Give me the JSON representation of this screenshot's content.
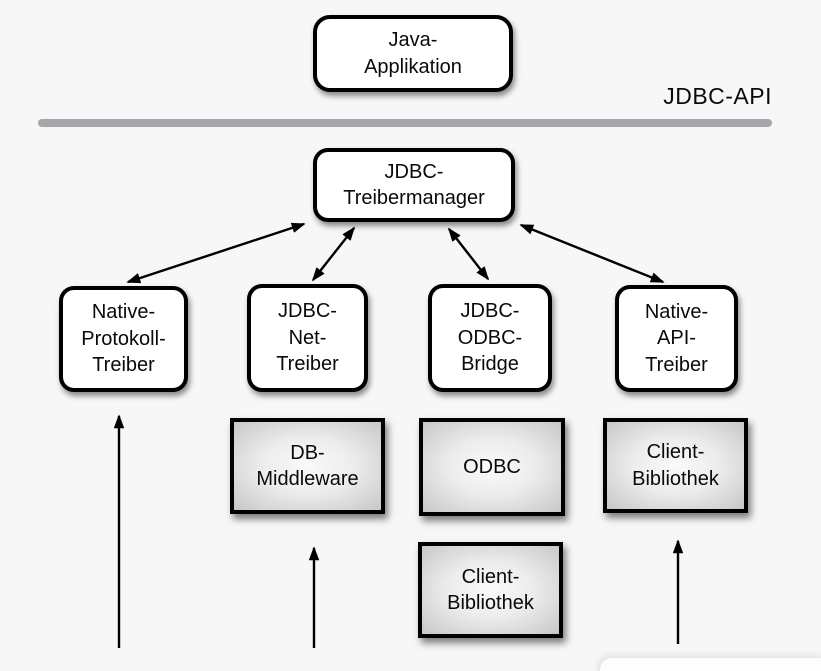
{
  "diagram": {
    "api_divider_label": "JDBC-API",
    "nodes": {
      "java_app": {
        "label": "Java-\nApplikation"
      },
      "driver_manager": {
        "label": "JDBC-\nTreibermanager"
      },
      "native_protokoll": {
        "label": "Native-\nProtokoll-\nTreiber"
      },
      "jdbc_net": {
        "label": "JDBC-\nNet-\nTreiber"
      },
      "jdbc_odbc": {
        "label": "JDBC-\nODBC-\nBridge"
      },
      "native_api": {
        "label": "Native-\nAPI-\nTreiber"
      },
      "db_middleware": {
        "label": "DB-\nMiddleware"
      },
      "odbc": {
        "label": "ODBC"
      },
      "client_bibliothek_right": {
        "label": "Client-\nBibliothek"
      },
      "client_bibliothek_bottom": {
        "label": "Client-\nBibliothek"
      }
    },
    "edges": {
      "manager_to_drivers": "bidirectional arrows",
      "upward_arrows": "single-headed arrows from below"
    },
    "colors": {
      "background": "#f7f7f7",
      "text": "#0a0a0a",
      "node_fill": "#ffffff",
      "node_border": "#000000",
      "gray_node_center": "#fafafa",
      "gray_node_edge": "#c7c7c7",
      "divider": "#a7a7ab"
    }
  }
}
